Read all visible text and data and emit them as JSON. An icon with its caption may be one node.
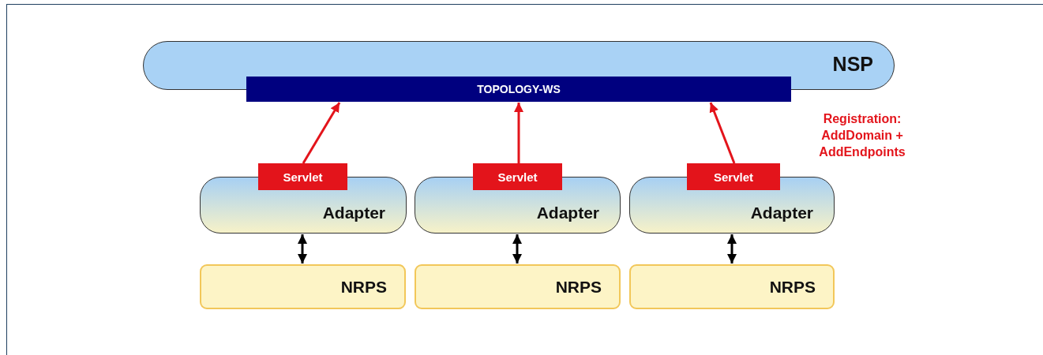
{
  "diagram": {
    "nodes": [
      {
        "text": [
          "NSP"
        ]
      },
      {
        "text": [
          "TOPOLOGY-WS"
        ]
      },
      {
        "text": [
          "Servlet"
        ]
      },
      {
        "text": [
          "Servlet"
        ]
      },
      {
        "text": [
          "Servlet"
        ]
      },
      {
        "text": [
          "Adapter"
        ]
      },
      {
        "text": [
          "Adapter"
        ]
      },
      {
        "text": [
          "Adapter"
        ]
      },
      {
        "text": [
          "NRPS"
        ]
      },
      {
        "text": [
          "NRPS"
        ]
      },
      {
        "text": [
          "NRPS"
        ]
      }
    ],
    "edges": [
      {
        "from": 2,
        "to": 1,
        "arrow": "to",
        "color": "#e3141b"
      },
      {
        "from": 3,
        "to": 1,
        "arrow": "to",
        "color": "#e3141b"
      },
      {
        "from": 4,
        "to": 1,
        "arrow": "to",
        "color": "#e3141b"
      },
      {
        "from": 5,
        "to": 8,
        "arrow": "both",
        "color": "#000000"
      },
      {
        "from": 6,
        "to": 9,
        "arrow": "both",
        "color": "#000000"
      },
      {
        "from": 7,
        "to": 10,
        "arrow": "both",
        "color": "#000000"
      }
    ],
    "labels": [
      "Registration: AddDomain + AddEndpoints"
    ]
  }
}
